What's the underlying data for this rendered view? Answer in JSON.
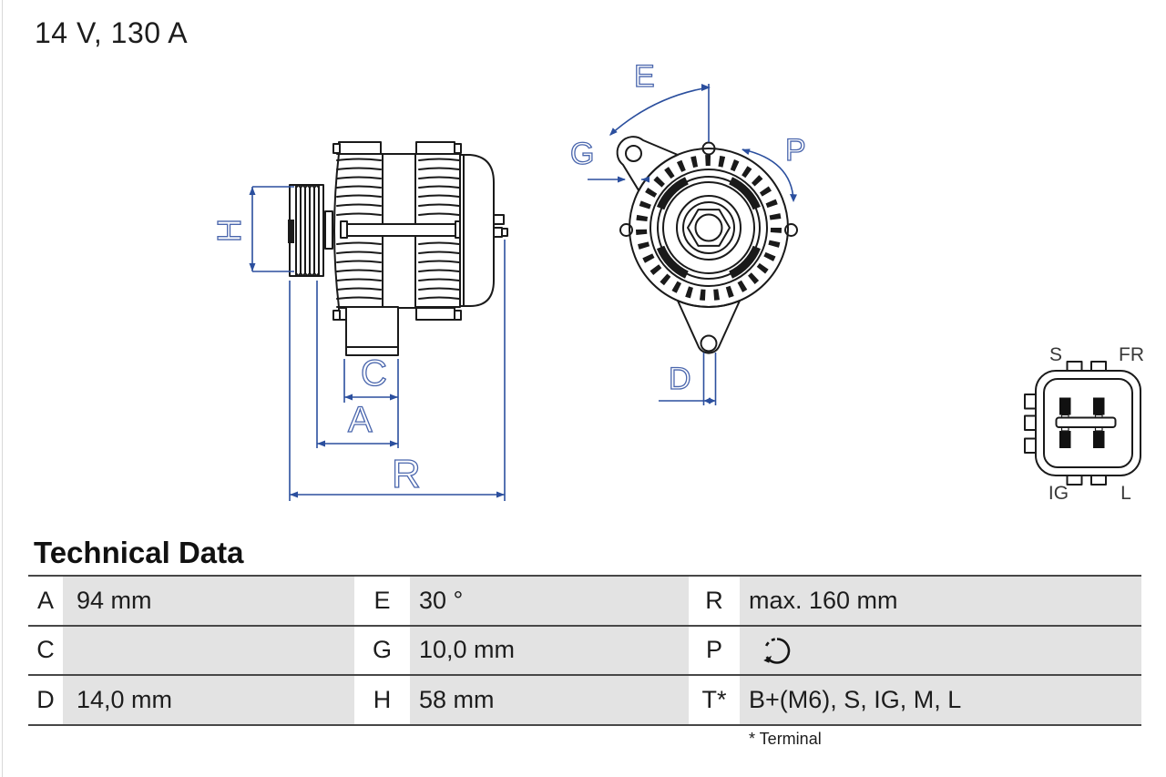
{
  "header": {
    "rating": "14 V, 130 A"
  },
  "drawing": {
    "side_view_dimension_labels": {
      "H": "H",
      "C": "C",
      "A": "A",
      "R": "R"
    },
    "front_view_dimension_labels": {
      "E": "E",
      "G": "G",
      "P": "P",
      "D": "D"
    },
    "connector_pin_labels": {
      "top_left": "S",
      "top_right": "FR",
      "bottom_left": "IG",
      "bottom_right": "L"
    }
  },
  "table": {
    "title": "Technical Data",
    "rows": [
      [
        {
          "key": "A",
          "value": "94 mm"
        },
        {
          "key": "E",
          "value": "30 °"
        },
        {
          "key": "R",
          "value": "max. 160 mm"
        }
      ],
      [
        {
          "key": "C",
          "value": ""
        },
        {
          "key": "G",
          "value": "10,0 mm"
        },
        {
          "key": "P",
          "value": "",
          "icon": "rotation-direction-icon"
        }
      ],
      [
        {
          "key": "D",
          "value": "14,0 mm"
        },
        {
          "key": "H",
          "value": "58 mm"
        },
        {
          "key": "T*",
          "value": "B+(M6), S, IG, M, L"
        }
      ]
    ],
    "footnote": "* Terminal"
  },
  "colors": {
    "dimension_blue": "#2b4f9e",
    "label_blue": "#4a66ad",
    "line_black": "#1a1a1a",
    "table_value_gray": "#e3e3e3",
    "table_rule_gray": "#474747"
  }
}
